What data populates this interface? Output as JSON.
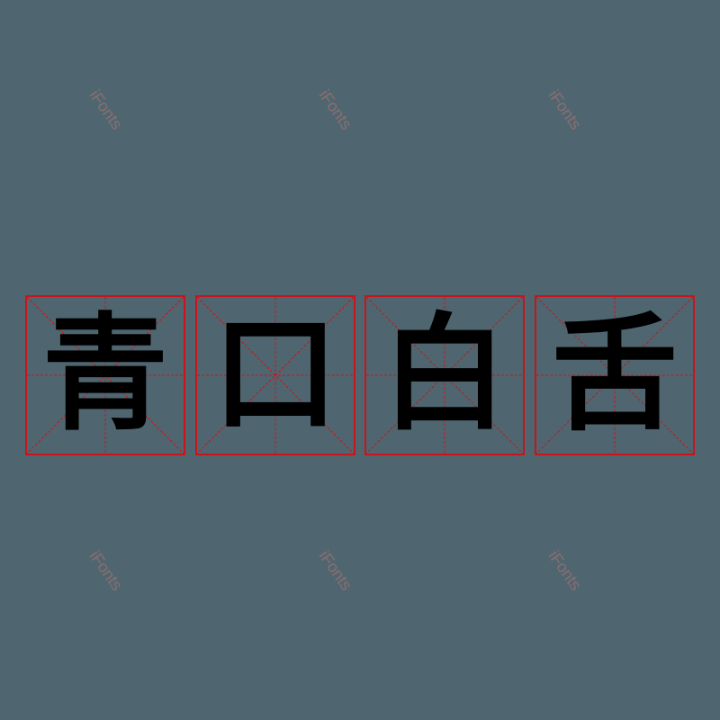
{
  "title": "青口白舌",
  "characters": [
    {
      "char": "青"
    },
    {
      "char": "口"
    },
    {
      "char": "白"
    },
    {
      "char": "舌"
    }
  ],
  "watermark": "iFonts",
  "colors": {
    "background": "#4f6670",
    "grid": "#c8141a",
    "glyph": "#000000",
    "watermark": "#a07070"
  }
}
